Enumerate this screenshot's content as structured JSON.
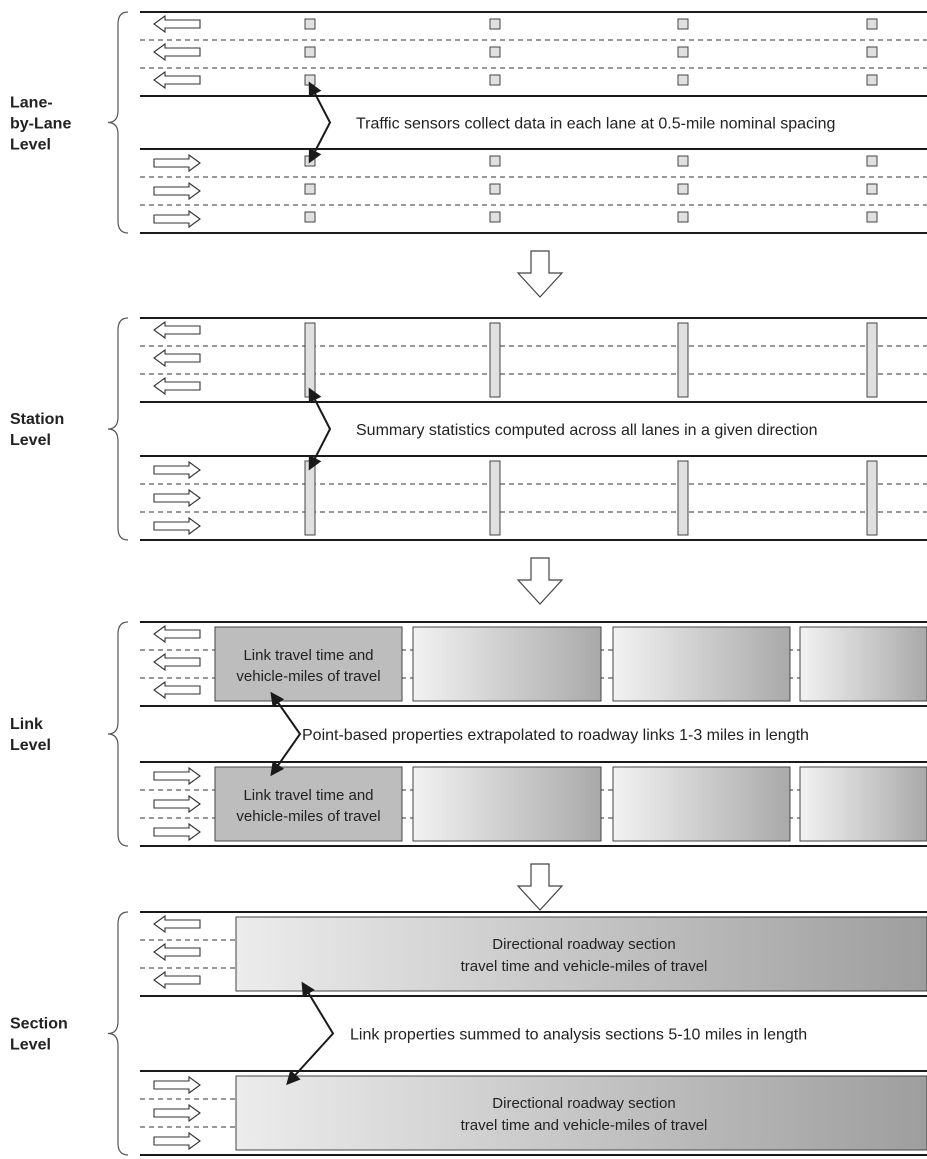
{
  "colors": {
    "road_line": "#1a1a1a",
    "lane_dash": "#333333",
    "sensor_fill": "#e0e0e0",
    "box_light": "#f2f2f2",
    "box_dark": "#a9a9a9",
    "text": "#222222"
  },
  "diagram": {
    "levels": [
      {
        "label": [
          "Lane-",
          "by-Lane",
          "Level"
        ],
        "caption": "Traffic sensors collect data in each lane at 0.5-mile nominal spacing",
        "detector_style": "lane-sensors"
      },
      {
        "label": [
          "Station",
          "Level"
        ],
        "caption": "Summary statistics computed across all lanes in a given direction",
        "detector_style": "station-bars"
      },
      {
        "label": [
          "Link",
          "Level"
        ],
        "caption": "Point-based properties extrapolated to roadway links 1-3 miles in length",
        "detector_style": "link-boxes",
        "box_text": [
          "Link travel time and",
          "vehicle-miles of travel"
        ]
      },
      {
        "label": [
          "Section",
          "Level"
        ],
        "caption": "Link properties summed to analysis sections 5-10 miles in length",
        "detector_style": "section-box",
        "box_text": [
          "Directional roadway section",
          "travel time and vehicle-miles of travel"
        ]
      }
    ],
    "flow_arrow": "down-arrow-icon",
    "lane_arrows": [
      "left-arrow-icon",
      "right-arrow-icon"
    ]
  }
}
